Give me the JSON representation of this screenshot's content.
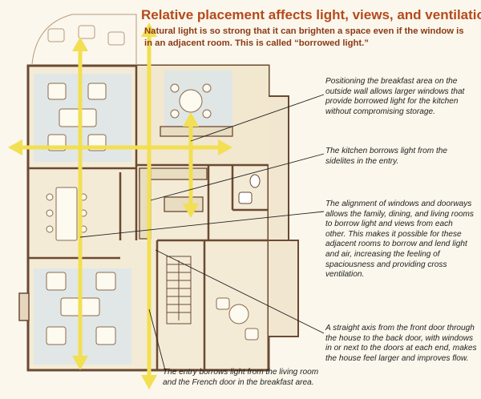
{
  "header": {
    "title": "Relative placement affects light, views, and ventilation",
    "subtitle": "Natural light is so strong that it can brighten a space even if the window is in an adjacent room. This is called “borrowed light.”"
  },
  "annotations": [
    {
      "id": "breakfast-area",
      "text": "Positioning the breakfast area on the outside wall allows larger windows that provide borrowed light for the kitchen without compromising storage."
    },
    {
      "id": "kitchen-sidelites",
      "text": "The kitchen borrows light from the sidelites in the entry."
    },
    {
      "id": "alignment",
      "text": "The alignment of windows and doorways allows the family, dining, and living rooms to borrow light and views from each other. This makes it possible for these adjacent rooms to borrow and lend light and air, increasing the feeling of spaciousness and providing cross ventilation."
    },
    {
      "id": "straight-axis",
      "text": "A straight axis from the front door through the house to the back door, with windows in or next to the doors at each end, makes the house feel larger and improves flow."
    },
    {
      "id": "entry-light",
      "text": "The entry borrows light from the living room and the French door in the breakfast area."
    }
  ],
  "colors": {
    "title": "#b54a1c",
    "subtitle": "#8a3a17",
    "arrow": "#f2df52",
    "wall": "#6b4a32",
    "room_fill": "#f4ebd6",
    "window_glow": "#d9e6ee"
  }
}
